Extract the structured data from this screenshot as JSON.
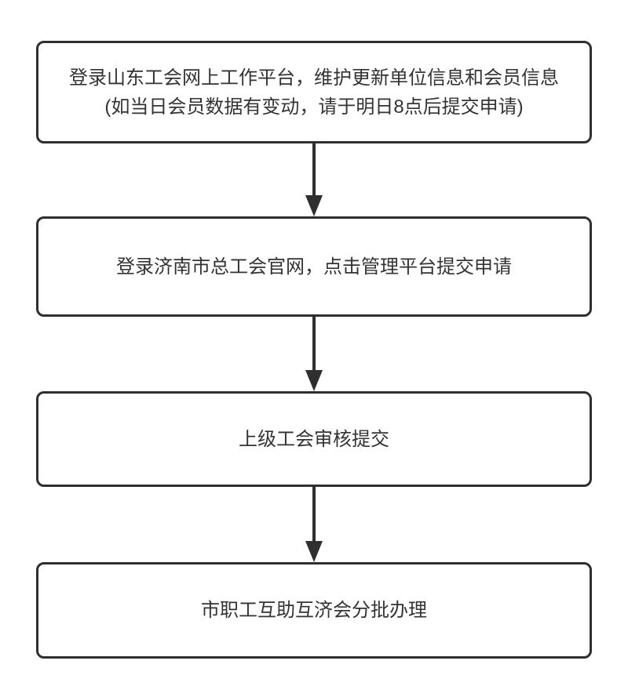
{
  "flowchart": {
    "type": "vertical-process-flow",
    "colors": {
      "box_border": "#2f2f2f",
      "box_fill": "#ffffff",
      "text": "#333333",
      "arrow": "#2f2f2f",
      "background": "#ffffff"
    },
    "nodes": [
      {
        "id": "step-1",
        "lines": [
          "登录山东工会网上工作平台，维护更新单位信息和会员信息",
          "(如当日会员数据有变动，请于明日8点后提交申请)"
        ]
      },
      {
        "id": "step-2",
        "lines": [
          "登录济南市总工会官网，点击管理平台提交申请"
        ]
      },
      {
        "id": "step-3",
        "lines": [
          "上级工会审核提交"
        ]
      },
      {
        "id": "step-4",
        "lines": [
          "市职工互助互济会分批办理"
        ]
      }
    ],
    "connectors": [
      {
        "from": "step-1",
        "to": "step-2",
        "direction": "down",
        "style": "solid-arrow"
      },
      {
        "from": "step-2",
        "to": "step-3",
        "direction": "down",
        "style": "solid-arrow"
      },
      {
        "from": "step-3",
        "to": "step-4",
        "direction": "down",
        "style": "solid-arrow"
      }
    ]
  }
}
